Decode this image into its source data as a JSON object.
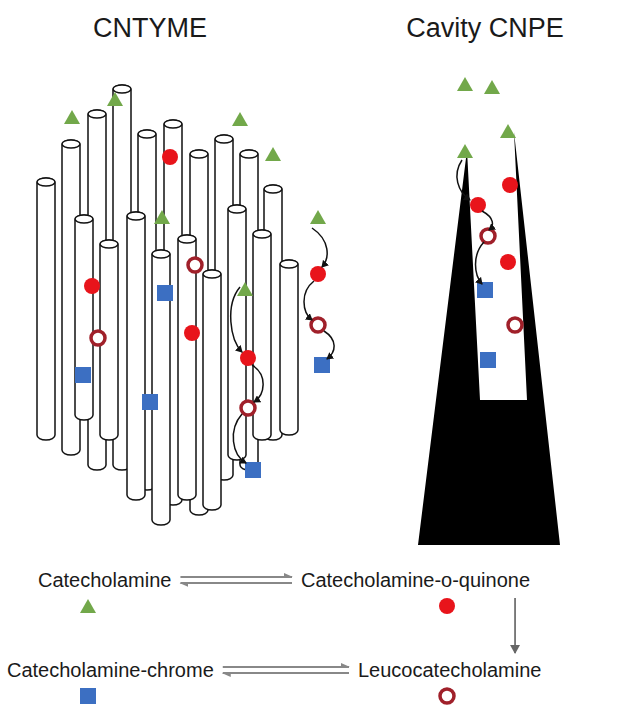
{
  "diagram": {
    "nodes": [
      {
        "text": [
          "Catecholamine"
        ]
      },
      {
        "text": [
          "Catecholamine-o-quinone"
        ]
      },
      {
        "text": [
          "Catecholamine-chrome"
        ]
      },
      {
        "text": [
          "Leucocatecholamine"
        ]
      }
    ],
    "edges": [
      {
        "from": 0,
        "to": 1,
        "arrow": "both"
      },
      {
        "from": 1,
        "to": 3,
        "arrow": "to"
      },
      {
        "from": 3,
        "to": 2,
        "arrow": "both"
      }
    ],
    "labels": [
      "CNTYME",
      "Cavity CNPE"
    ]
  }
}
